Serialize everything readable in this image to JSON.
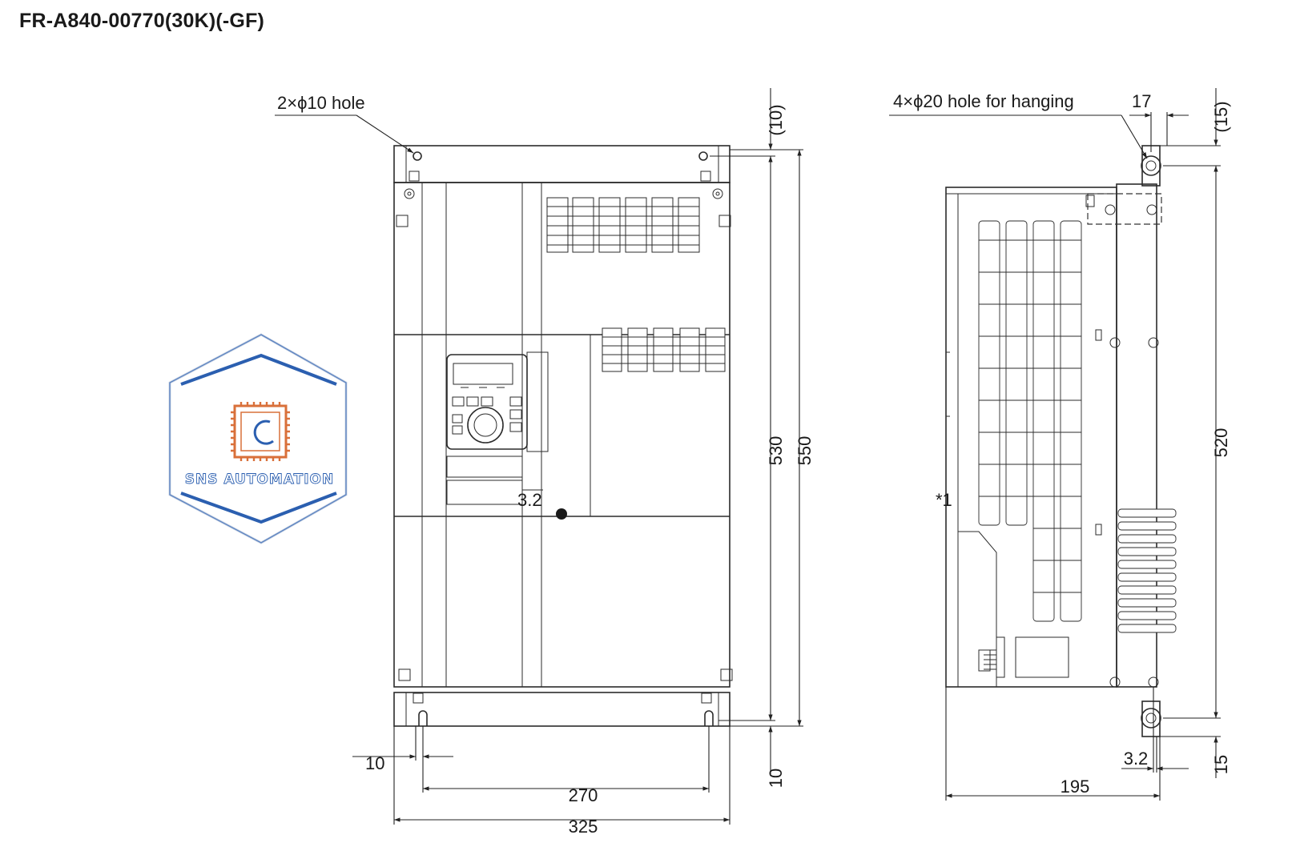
{
  "title": "FR-A840-00770(30K)(-GF)",
  "labels": {
    "front_hole_note": "2×ϕ10 hole",
    "side_hole_note": "4×ϕ20 hole for hanging",
    "note_marker": "*1"
  },
  "dimensions": {
    "top_clearance": "(10)",
    "mounting_pitch_vertical": "530",
    "overall_height": "550",
    "bottom_offset": "10",
    "hole_edge_offset": "10",
    "mounting_pitch_horizontal": "270",
    "overall_width": "325",
    "panel_thickness": "3.2",
    "side_hole_offset": "17",
    "side_top_clearance": "(15)",
    "side_height": "520",
    "side_bottom_offset": "15",
    "side_panel_thickness": "3.2",
    "overall_depth": "195"
  },
  "watermark": {
    "text": "SNS AUTOMATION"
  },
  "colors": {
    "line": "#2b2b2b",
    "logo_blue": "#2b5fb0",
    "logo_orange": "#d9703a"
  }
}
